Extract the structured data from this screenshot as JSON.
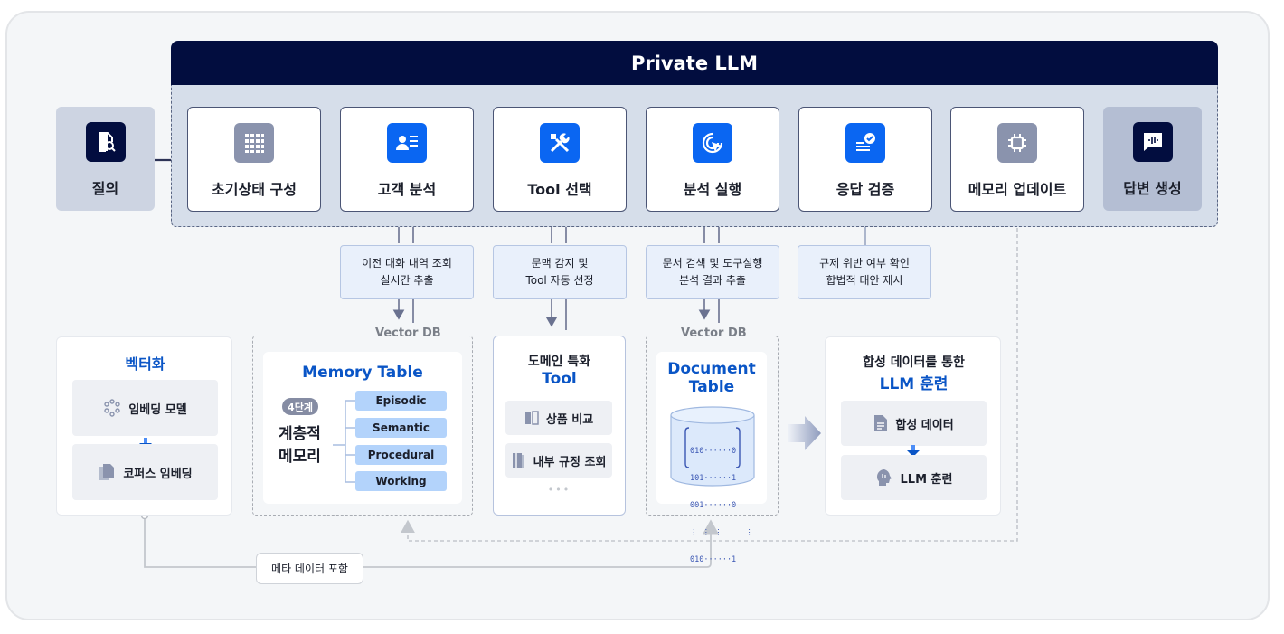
{
  "diagram": {
    "title": "Private LLM",
    "input": {
      "label": "질의",
      "icon": "document-search-icon"
    },
    "output": {
      "label": "답변 생성",
      "icon": "voice-message-icon"
    },
    "steps": [
      {
        "label": "초기상태 구성",
        "icon": "grid-icon"
      },
      {
        "label": "고객 분석",
        "icon": "user-profile-icon"
      },
      {
        "label": "Tool 선택",
        "icon": "tools-icon"
      },
      {
        "label": "분석 실행",
        "icon": "cursor-click-icon"
      },
      {
        "label": "응답 검증",
        "icon": "checklist-icon"
      },
      {
        "label": "메모리 업데이트",
        "icon": "chip-icon"
      }
    ],
    "notes": [
      {
        "text": "이전 대화 내역 조회\n실시간 추출"
      },
      {
        "text": "문맥 감지 및\nTool 자동 선정"
      },
      {
        "text": "문서 검색 및 도구실행\n분석 결과 추출"
      },
      {
        "text": "규제 위반 여부 확인\n합법적 대안 제시"
      }
    ],
    "vectorization": {
      "title": "벡터화",
      "items": [
        {
          "label": "임베딩 모델",
          "icon": "embedding-dots-icon"
        },
        {
          "label": "코퍼스 임베딩",
          "icon": "documents-icon"
        }
      ]
    },
    "memory_group": {
      "group_label": "Vector DB",
      "title": "Memory Table",
      "badge": "4단계",
      "main_label_line1": "계층적",
      "main_label_line2": "메모리",
      "items": [
        "Episodic",
        "Semantic",
        "Procedural",
        "Working"
      ]
    },
    "tool_group": {
      "title_line1": "도메인 특화",
      "title_line2": "Tool",
      "items": [
        {
          "label": "상품 비교",
          "icon": "compare-icon"
        },
        {
          "label": "내부 규정 조회",
          "icon": "book-icon"
        }
      ],
      "more": "•••"
    },
    "document_group": {
      "group_label": "Vector DB",
      "title_line1": "Document",
      "title_line2": "Table",
      "matrix_rows": [
        "010······0",
        "101······1",
        "001······0",
        "⋮ ⋮ ⋮     ⋮",
        "010······1"
      ]
    },
    "training_group": {
      "title_line1": "합성 데이터를 통한",
      "title_line2": "LLM 훈련",
      "items": [
        {
          "label": "합성 데이터",
          "icon": "file-icon"
        },
        {
          "label": "LLM 훈련",
          "icon": "brain-head-icon"
        }
      ]
    },
    "meta_label": "메타 데이터 포함"
  },
  "colors": {
    "navy": "#020d3f",
    "accent_blue": "#0a66f2",
    "title_blue": "#0a55c6",
    "light_blue": "#b3d3fb",
    "panel": "#d6deea"
  }
}
